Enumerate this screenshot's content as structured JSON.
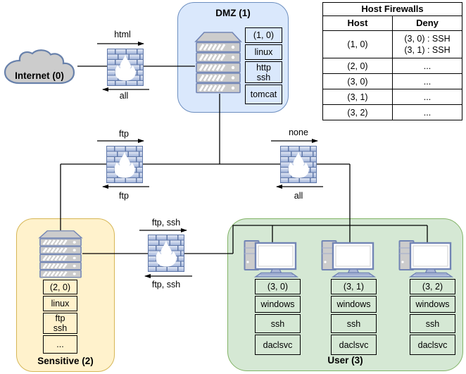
{
  "colors": {
    "dmz_fill": "#dae8fc",
    "dmz_stroke": "#6c8ebf",
    "sensitive_fill": "#fff2cc",
    "sensitive_stroke": "#d6b656",
    "user_fill": "#d5e8d4",
    "user_stroke": "#82b366",
    "node_gray": "#cccccc",
    "node_stroke": "#7285b5",
    "brick_light": "#dde4f2",
    "brick_dark": "#a3b5da",
    "mortar": "#5f77a8",
    "wire": "#000000"
  },
  "internet": {
    "label": "Internet (0)"
  },
  "zones": {
    "dmz": {
      "title": "DMZ (1)"
    },
    "sensitive": {
      "title": "Sensitive (2)"
    },
    "user": {
      "title": "User (3)"
    }
  },
  "links": {
    "internet_dmz": {
      "forward": "html",
      "backward": "all"
    },
    "dmz_sensitive": {
      "forward": "ftp",
      "backward": "ftp"
    },
    "dmz_user": {
      "forward": "none",
      "backward": "all"
    },
    "sensitive_user": {
      "forward": "ftp, ssh",
      "backward": "ftp, ssh"
    }
  },
  "hosts": {
    "dmz0": {
      "id": "(1, 0)",
      "os": "linux",
      "services": "http\nssh",
      "extra": "tomcat"
    },
    "sensitive0": {
      "id": "(2, 0)",
      "os": "linux",
      "services": "ftp\nssh",
      "extra": "..."
    },
    "user0": {
      "id": "(3, 0)",
      "os": "windows",
      "services": "ssh",
      "extra": "daclsvc"
    },
    "user1": {
      "id": "(3, 1)",
      "os": "windows",
      "services": "ssh",
      "extra": "daclsvc"
    },
    "user2": {
      "id": "(3, 2)",
      "os": "windows",
      "services": "ssh",
      "extra": "daclsvc"
    }
  },
  "firewall_table": {
    "title": "Host Firewalls",
    "columns": {
      "host": "Host",
      "deny": "Deny"
    },
    "rows": [
      {
        "host": "(1, 0)",
        "deny": "(3, 0) : SSH\n(3, 1) : SSH"
      },
      {
        "host": "(2, 0)",
        "deny": "..."
      },
      {
        "host": "(3, 0)",
        "deny": "..."
      },
      {
        "host": "(3, 1)",
        "deny": "..."
      },
      {
        "host": "(3, 2)",
        "deny": "..."
      }
    ]
  }
}
